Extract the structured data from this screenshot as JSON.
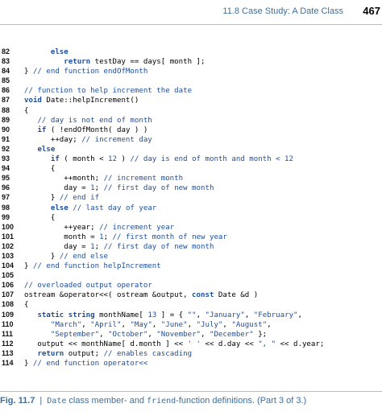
{
  "header": {
    "section": "11.8   Case Study: A Date Class",
    "page": "467"
  },
  "code_lines": [
    {
      "n": "82",
      "t": [
        [
          "      ",
          "pl"
        ],
        [
          "else",
          "kw"
        ]
      ]
    },
    {
      "n": "83",
      "t": [
        [
          "         ",
          "pl"
        ],
        [
          "return",
          "kw"
        ],
        [
          " testDay == days[ month ];",
          "pl"
        ]
      ]
    },
    {
      "n": "84",
      "t": [
        [
          "} ",
          "pl"
        ],
        [
          "// end function endOfMonth",
          "cm"
        ]
      ]
    },
    {
      "n": "85",
      "t": []
    },
    {
      "n": "86",
      "t": [
        [
          "// function to help increment the date",
          "cm"
        ]
      ]
    },
    {
      "n": "87",
      "t": [
        [
          "void",
          "kw"
        ],
        [
          " Date::helpIncrement()",
          "pl"
        ]
      ]
    },
    {
      "n": "88",
      "t": [
        [
          "{",
          "pl"
        ]
      ]
    },
    {
      "n": "89",
      "t": [
        [
          "   ",
          "pl"
        ],
        [
          "// day is not end of month",
          "cm"
        ]
      ]
    },
    {
      "n": "90",
      "t": [
        [
          "   ",
          "pl"
        ],
        [
          "if",
          "kw"
        ],
        [
          " ( !endOfMonth( day ) )",
          "pl"
        ]
      ]
    },
    {
      "n": "91",
      "t": [
        [
          "      ++day; ",
          "pl"
        ],
        [
          "// increment day",
          "cm"
        ]
      ]
    },
    {
      "n": "92",
      "t": [
        [
          "   ",
          "pl"
        ],
        [
          "else",
          "kw"
        ]
      ]
    },
    {
      "n": "93",
      "t": [
        [
          "      ",
          "pl"
        ],
        [
          "if",
          "kw"
        ],
        [
          " ( month < ",
          "pl"
        ],
        [
          "12",
          "num"
        ],
        [
          " ) ",
          "pl"
        ],
        [
          "// day is end of month and month < 12",
          "cm"
        ]
      ]
    },
    {
      "n": "94",
      "t": [
        [
          "      {",
          "pl"
        ]
      ]
    },
    {
      "n": "95",
      "t": [
        [
          "         ++month; ",
          "pl"
        ],
        [
          "// increment month",
          "cm"
        ]
      ]
    },
    {
      "n": "96",
      "t": [
        [
          "         day = ",
          "pl"
        ],
        [
          "1",
          "num"
        ],
        [
          "; ",
          "pl"
        ],
        [
          "// first day of new month",
          "cm"
        ]
      ]
    },
    {
      "n": "97",
      "t": [
        [
          "      } ",
          "pl"
        ],
        [
          "// end if",
          "cm"
        ]
      ]
    },
    {
      "n": "98",
      "t": [
        [
          "      ",
          "pl"
        ],
        [
          "else",
          "kw"
        ],
        [
          " ",
          "pl"
        ],
        [
          "// last day of year",
          "cm"
        ]
      ]
    },
    {
      "n": "99",
      "t": [
        [
          "      {",
          "pl"
        ]
      ]
    },
    {
      "n": "100",
      "t": [
        [
          "         ++year; ",
          "pl"
        ],
        [
          "// increment year",
          "cm"
        ]
      ]
    },
    {
      "n": "101",
      "t": [
        [
          "         month = ",
          "pl"
        ],
        [
          "1",
          "num"
        ],
        [
          "; ",
          "pl"
        ],
        [
          "// first month of new year",
          "cm"
        ]
      ]
    },
    {
      "n": "102",
      "t": [
        [
          "         day = ",
          "pl"
        ],
        [
          "1",
          "num"
        ],
        [
          "; ",
          "pl"
        ],
        [
          "// first day of new month",
          "cm"
        ]
      ]
    },
    {
      "n": "103",
      "t": [
        [
          "      } ",
          "pl"
        ],
        [
          "// end else",
          "cm"
        ]
      ]
    },
    {
      "n": "104",
      "t": [
        [
          "} ",
          "pl"
        ],
        [
          "// end function helpIncrement",
          "cm"
        ]
      ]
    },
    {
      "n": "105",
      "t": []
    },
    {
      "n": "106",
      "t": [
        [
          "// overloaded output operator",
          "cm"
        ]
      ]
    },
    {
      "n": "107",
      "t": [
        [
          "ostream &operator<<( ostream &output, ",
          "pl"
        ],
        [
          "const",
          "kw"
        ],
        [
          " Date &d )",
          "pl"
        ]
      ]
    },
    {
      "n": "108",
      "t": [
        [
          "{",
          "pl"
        ]
      ]
    },
    {
      "n": "109",
      "t": [
        [
          "   ",
          "pl"
        ],
        [
          "static",
          "kw"
        ],
        [
          " ",
          "pl"
        ],
        [
          "string",
          "kw"
        ],
        [
          " monthName[ ",
          "pl"
        ],
        [
          "13",
          "num"
        ],
        [
          " ] = { ",
          "pl"
        ],
        [
          "\"\"",
          "str"
        ],
        [
          ", ",
          "pl"
        ],
        [
          "\"January\"",
          "str"
        ],
        [
          ", ",
          "pl"
        ],
        [
          "\"February\"",
          "str"
        ],
        [
          ",",
          "pl"
        ]
      ]
    },
    {
      "n": "110",
      "t": [
        [
          "      ",
          "pl"
        ],
        [
          "\"March\"",
          "str"
        ],
        [
          ", ",
          "pl"
        ],
        [
          "\"April\"",
          "str"
        ],
        [
          ", ",
          "pl"
        ],
        [
          "\"May\"",
          "str"
        ],
        [
          ", ",
          "pl"
        ],
        [
          "\"June\"",
          "str"
        ],
        [
          ", ",
          "pl"
        ],
        [
          "\"July\"",
          "str"
        ],
        [
          ", ",
          "pl"
        ],
        [
          "\"August\"",
          "str"
        ],
        [
          ",",
          "pl"
        ]
      ]
    },
    {
      "n": "111",
      "t": [
        [
          "      ",
          "pl"
        ],
        [
          "\"September\"",
          "str"
        ],
        [
          ", ",
          "pl"
        ],
        [
          "\"October\"",
          "str"
        ],
        [
          ", ",
          "pl"
        ],
        [
          "\"November\"",
          "str"
        ],
        [
          ", ",
          "pl"
        ],
        [
          "\"December\"",
          "str"
        ],
        [
          " };",
          "pl"
        ]
      ]
    },
    {
      "n": "112",
      "t": [
        [
          "   output << monthName[ d.month ] << ",
          "pl"
        ],
        [
          "' '",
          "str"
        ],
        [
          " << d.day << ",
          "pl"
        ],
        [
          "\", \"",
          "str"
        ],
        [
          " << d.year;",
          "pl"
        ]
      ]
    },
    {
      "n": "113",
      "t": [
        [
          "   ",
          "pl"
        ],
        [
          "return",
          "kw"
        ],
        [
          " output; ",
          "pl"
        ],
        [
          "// enables cascading",
          "cm"
        ]
      ]
    },
    {
      "n": "114",
      "t": [
        [
          "} ",
          "pl"
        ],
        [
          "// end function operator<<",
          "cm"
        ]
      ]
    }
  ],
  "caption": {
    "label": "Fig. 11.7",
    "bar": "|",
    "class_kw": "Date",
    "text_a": " class member- and ",
    "friend_kw": "friend",
    "text_b": "-function definitions. (Part 3 of 3.)"
  }
}
